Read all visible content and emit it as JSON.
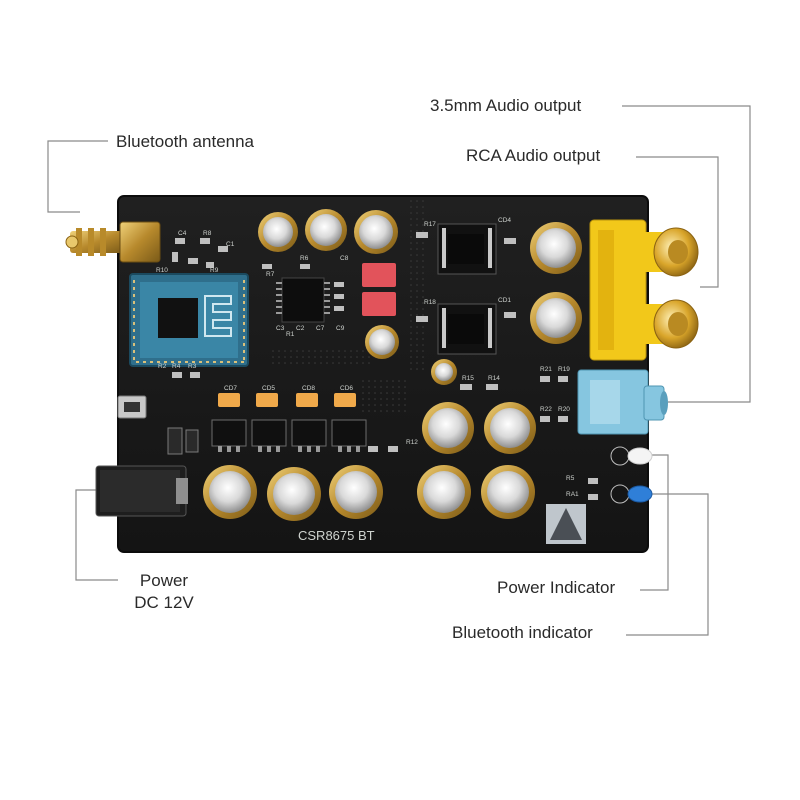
{
  "callouts": {
    "audio_35mm": "3.5mm  Audio output",
    "bluetooth_antenna": "Bluetooth antenna",
    "rca_output": "RCA Audio output",
    "power_line1": "Power",
    "power_line2": "DC 12V",
    "power_indicator": "Power Indicator",
    "bluetooth_indicator": "Bluetooth indicator"
  },
  "board": {
    "model_text": "CSR8675 BT",
    "silkscreen": {
      "c4": "C4",
      "r8": "R8",
      "c1": "C1",
      "r10": "R10",
      "r9": "R9",
      "r6": "R6",
      "c8": "C8",
      "r7": "R7",
      "r1": "R1",
      "c3": "C3",
      "c2": "C2",
      "c7": "C7",
      "c9": "C9",
      "r17": "R17",
      "cd4": "CD4",
      "r18": "R18",
      "cd1": "CD1",
      "r2": "R2",
      "r4": "R4",
      "r3": "R3",
      "cd7": "CD7",
      "cd5": "CD5",
      "cd8": "CD8",
      "cd6": "CD6",
      "r15": "R15",
      "r14": "R14",
      "r21": "R21",
      "r19": "R19",
      "r22": "R22",
      "r20": "R20",
      "r12": "R12",
      "r5": "R5",
      "ra1": "RA1"
    }
  },
  "colors": {
    "board": "#1a1a1a",
    "module": "#2f6f8c",
    "gold": "#c9a03c",
    "rca_yellow": "#f2c81a",
    "jack_blue": "#86c6e0",
    "leader_line": "#8a8a8a"
  }
}
